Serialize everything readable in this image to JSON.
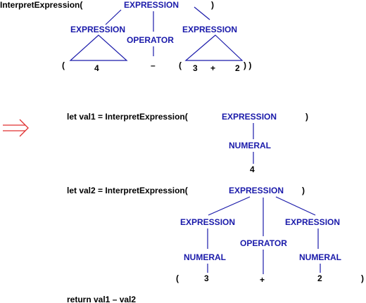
{
  "colors": {
    "nonterminal": "#1a1aaa",
    "terminal": "#000000",
    "arrow": "#e03030"
  },
  "top": {
    "call": "InterpretExpression(",
    "close": ")",
    "root": "EXPRESSION",
    "left_expr": "EXPRESSION",
    "operator": "OPERATOR",
    "right_expr": "EXPRESSION",
    "lparen": "(",
    "four": "4",
    "minus": "–",
    "inner_lparen": "(",
    "three": "3",
    "plus": "+",
    "two": "2",
    "closers": ") )"
  },
  "arrow_icon": "double-right-arrow",
  "stmt1": {
    "text": "let  val1 =  InterpretExpression(",
    "close": ")",
    "expr": "EXPRESSION",
    "numeral": "NUMERAL",
    "value": "4"
  },
  "stmt2": {
    "text": "let  val2 =  InterpretExpression(",
    "close": ")",
    "expr": "EXPRESSION",
    "left_expr": "EXPRESSION",
    "operator": "OPERATOR",
    "right_expr": "EXPRESSION",
    "left_numeral": "NUMERAL",
    "right_numeral": "NUMERAL",
    "lparen": "(",
    "three": "3",
    "plus": "+",
    "two": "2",
    "rparen": ")"
  },
  "ret": {
    "text": "return  val1 – val2"
  }
}
